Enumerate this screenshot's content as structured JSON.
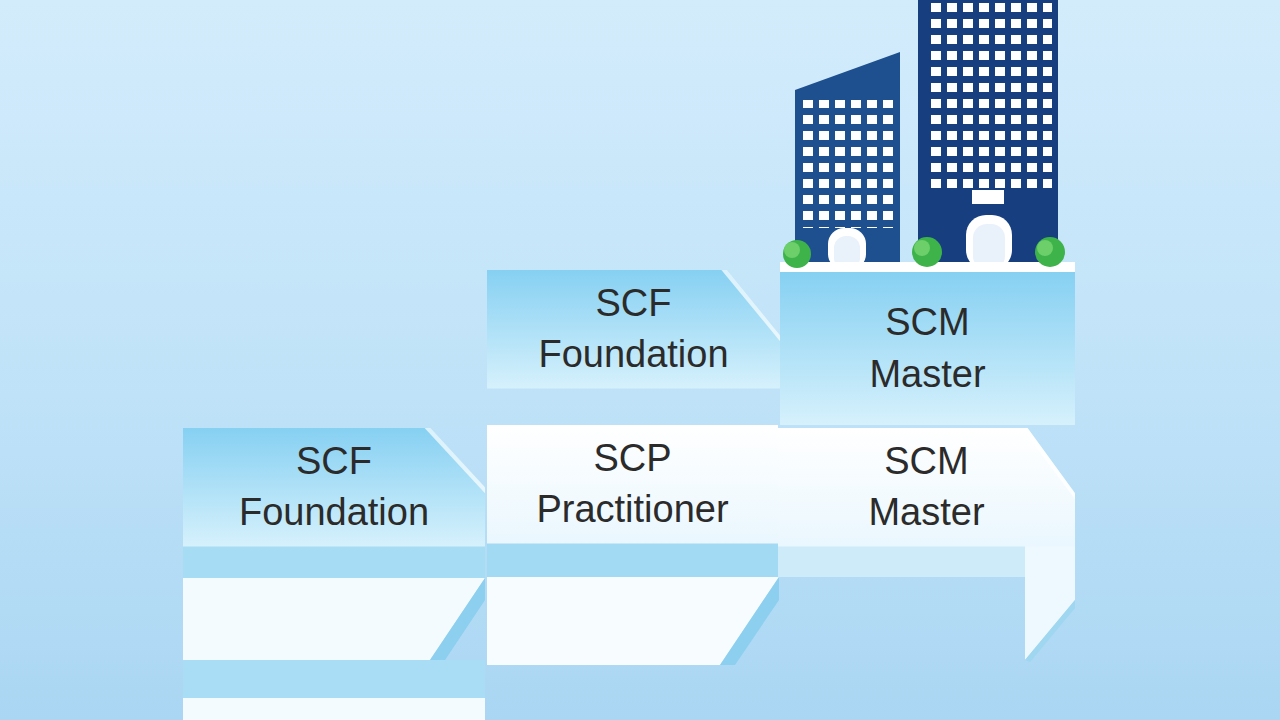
{
  "diagram": {
    "nodes": [
      {
        "text": [
          "SCF Foundation"
        ]
      },
      {
        "text": [
          "SCM Master"
        ]
      },
      {
        "text": [
          "SCF Foundation"
        ]
      },
      {
        "text": [
          "SCP Practitioner"
        ]
      },
      {
        "text": [
          "SCM Master"
        ]
      }
    ]
  }
}
